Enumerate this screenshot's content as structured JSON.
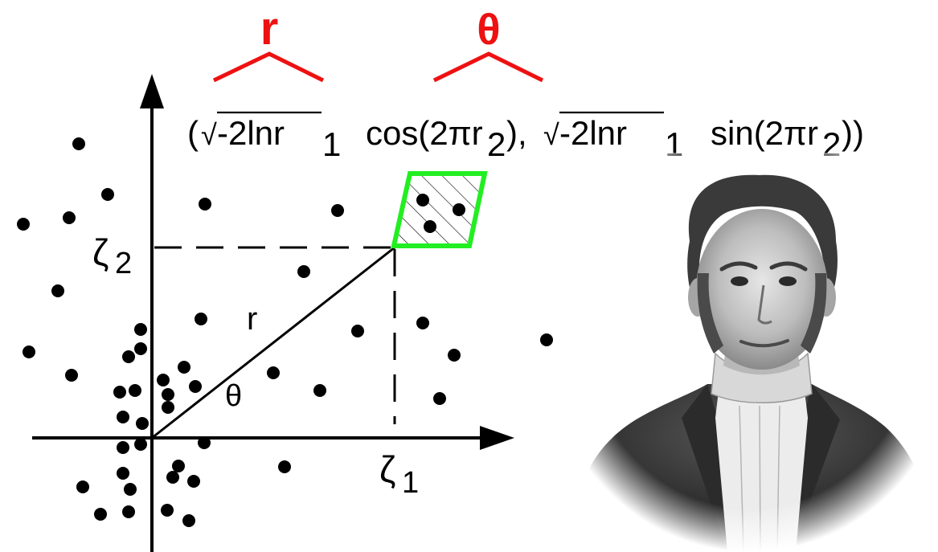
{
  "formula": {
    "brace_labels": {
      "r": "r",
      "theta": "θ"
    },
    "open_paren": "(",
    "sqrt_sign": "√",
    "radicand": "-2lnr",
    "sub_1": "1",
    "cos_text": "cos(2πr",
    "sub_2": "2",
    "close_cos": "),",
    "sin_text": "sin(2πr",
    "close_sin": "))"
  },
  "diagram": {
    "labels": {
      "zeta1": "ζ",
      "zeta1_sub": "1",
      "zeta2": "ζ",
      "zeta2_sub": "2",
      "radius": "r",
      "angle": "θ"
    }
  },
  "colors": {
    "brace": "#ee1111",
    "highlight_box": "#22ee22",
    "ink": "#000000"
  },
  "portrait": {
    "icon": "engraved-portrait-of-man"
  }
}
